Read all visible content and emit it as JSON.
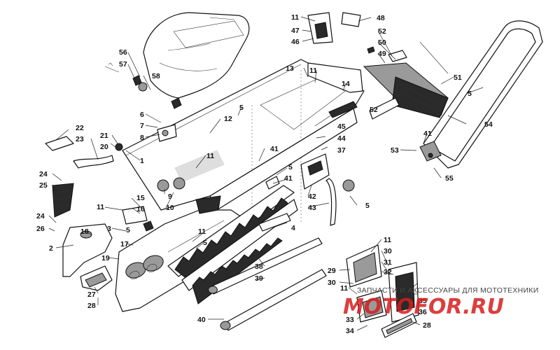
{
  "callouts": [
    "1",
    "2",
    "3",
    "4",
    "5",
    "6",
    "7",
    "8",
    "9",
    "10",
    "11",
    "12",
    "13",
    "14",
    "15",
    "16",
    "17",
    "18",
    "19",
    "20",
    "21",
    "22",
    "23",
    "24",
    "25",
    "26",
    "27",
    "28",
    "29",
    "30",
    "31",
    "32",
    "33",
    "34",
    "35",
    "36",
    "37",
    "38",
    "39",
    "40",
    "41",
    "42",
    "43",
    "44",
    "45",
    "46",
    "47",
    "48",
    "49",
    "50",
    "51",
    "52",
    "53",
    "54",
    "55",
    "56",
    "57",
    "58"
  ],
  "watermark": {
    "tagline": "ЗАПЧАСТИ И АКСЕССУАРЫ ДЛЯ МОТОТЕХНИКИ",
    "logo": "MOTOFOR.RU"
  },
  "colors": {
    "line": "#111111",
    "fill_dark": "#2a2a2a",
    "fill_gray": "#9a9a9a",
    "watermark_red": "#d61c1c"
  }
}
